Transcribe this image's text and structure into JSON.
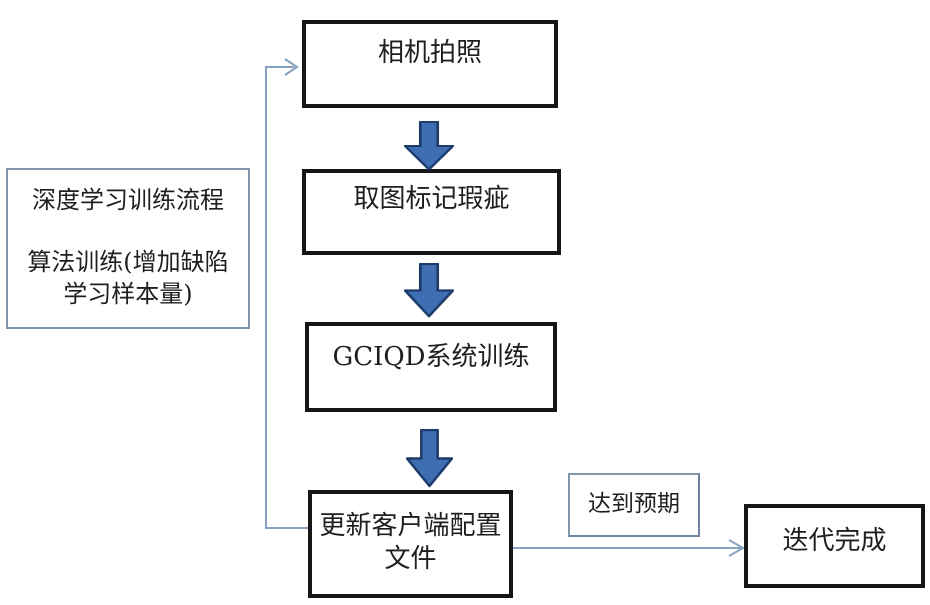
{
  "colors": {
    "page-bg": "#ffffff",
    "box-border": "#161616",
    "light-box-border": "#8096ad",
    "arrow-fill": "#406eb2",
    "arrow-stroke": "#1e3c6b",
    "connector": "#87a2c0",
    "text": "#1f1f1f"
  },
  "legend_box": {
    "lines": [
      "深度学习训练流程",
      "算法训练(增加缺陷",
      "学习样本量)"
    ]
  },
  "flow": {
    "camera": "相机拍照",
    "mark_defects": "取图标记瑕疵",
    "system_training": "GCIQD系统训练",
    "update_config": {
      "lines": [
        "更新客户端配置",
        "文件"
      ]
    },
    "expected_label": "达到预期",
    "iteration_complete": "迭代完成"
  }
}
